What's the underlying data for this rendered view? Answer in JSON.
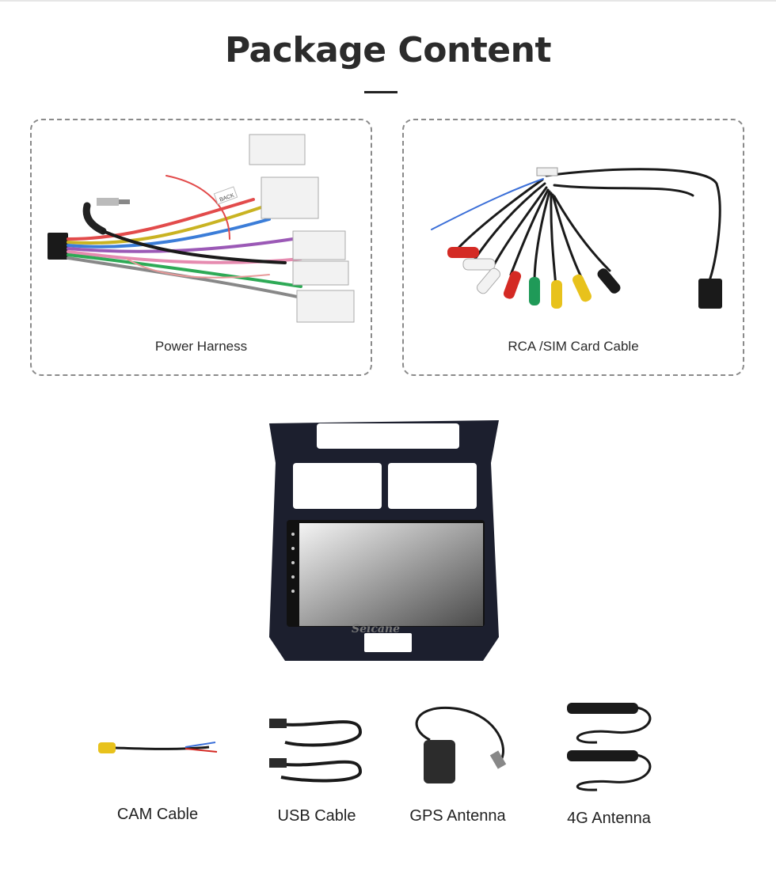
{
  "page": {
    "title": "Package Content"
  },
  "items": {
    "power_harness": "Power Harness",
    "rca_sim_cable": "RCA /SIM Card Cable",
    "cam_cable": "CAM Cable",
    "usb_cable": "USB Cable",
    "gps_antenna": "GPS Antenna",
    "antenna_4g": "4G Antenna"
  },
  "unit": {
    "brand": "Seicane"
  },
  "connector_tag": "BACK",
  "colors": {
    "background": "#ffffff",
    "title": "#2b2b2b",
    "dashed_border": "#8a8a8a",
    "frame": "#1c1f2e",
    "rca_red": "#d42a24",
    "rca_yellow": "#e8c21c",
    "rca_green": "#1f9a58"
  }
}
